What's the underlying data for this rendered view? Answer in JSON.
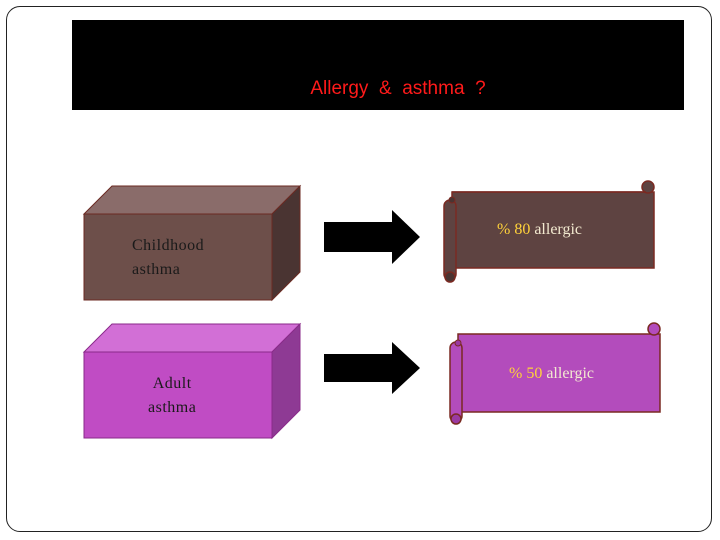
{
  "title": "Allergy  &  asthma  ?",
  "rows": [
    {
      "box_label_line1": "Childhood",
      "box_label_line2": "asthma",
      "percent_symbol": "%",
      "percent_value": "80",
      "percent_word": "allergic",
      "box_color": "#6d4f4a",
      "scroll_color": "#5e4341"
    },
    {
      "box_label_line1": "Adult",
      "box_label_line2": "asthma",
      "percent_symbol": "%",
      "percent_value": "50",
      "percent_word": "allergic",
      "box_color": "#c04cc4",
      "scroll_color": "#b34cbc"
    }
  ],
  "colors": {
    "title_bg": "#000000",
    "title_text": "#ff1a1a",
    "number_highlight": "#ffd23a",
    "arrow": "#000000"
  }
}
